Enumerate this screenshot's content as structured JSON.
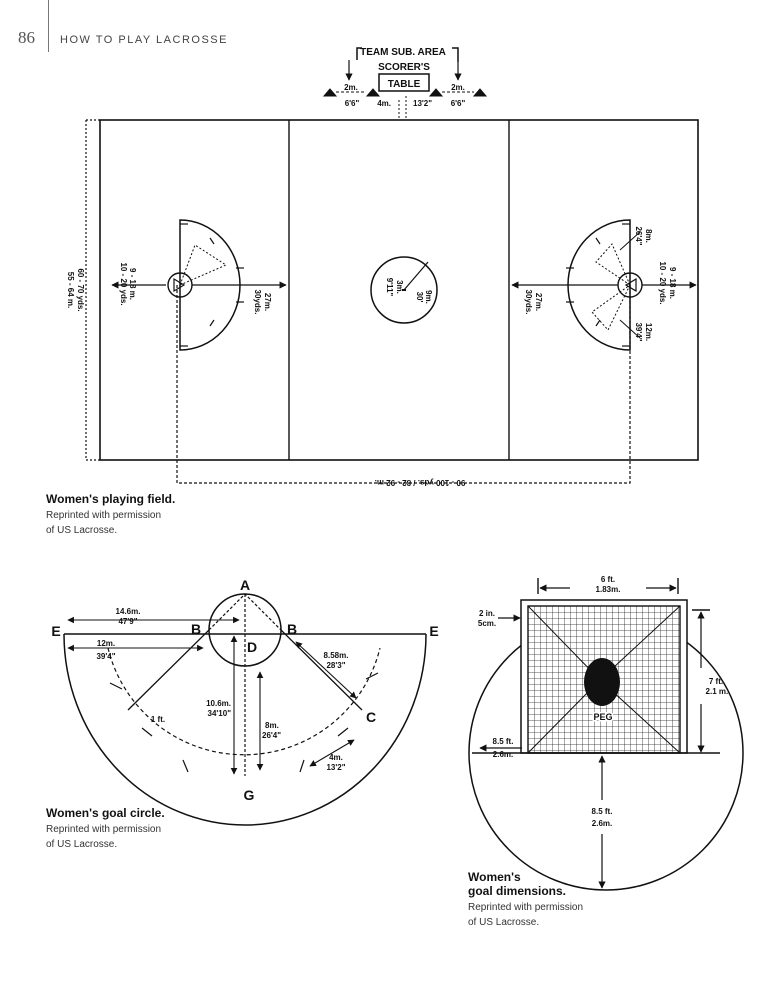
{
  "header": {
    "page_number": "86",
    "running_title": "HOW TO PLAY LACROSSE"
  },
  "field": {
    "team_sub_area": "TEAM SUB. AREA",
    "scorers_table_line1": "SCORER'S",
    "scorers_table_line2": "TABLE",
    "sub_left": "2m.",
    "sub_right": "2m.",
    "sub_left_ft": "6'6\"",
    "table_width_m": "4m.",
    "table_width_ft": "13'2\"",
    "sub_right_ft": "6'6\"",
    "width_dim_line1": "60 - 70 yds.",
    "width_dim_line2": "55 - 64 m.",
    "left_goal_dist_line1": "9 - 18 m.",
    "left_goal_dist_line2": "10 - 20 yds.",
    "right_goal_dist_line1": "9 - 18 m.",
    "right_goal_dist_line2": "10 - 20 yds.",
    "left_restrain_line1": "27m.",
    "left_restrain_line2": "30yds.",
    "right_restrain_line1": "27m.",
    "right_restrain_line2": "30yds.",
    "center_outer_line1": "9m.",
    "center_outer_line2": "30'",
    "center_inner_line1": "3m.",
    "center_inner_line2": "9'11\"",
    "arc_8m_line1": "8m.",
    "arc_8m_line2": "26'4\"",
    "arc_12m_line1": "12m.",
    "arc_12m_line2": "39'4\"",
    "length_dim": "90 - 100 yds. / 82 - 92 m.",
    "caption_title": "Women's playing field.",
    "caption_credit_line1": "Reprinted with permission",
    "caption_credit_line2": "of US Lacrosse."
  },
  "goal_circle": {
    "label_A": "A",
    "label_B_left": "B",
    "label_B_right": "B",
    "label_C": "C",
    "label_D": "D",
    "label_E_left": "E",
    "label_E_right": "E",
    "label_G": "G",
    "dim_146_line1": "14.6m.",
    "dim_146_line2": "47'9\"",
    "dim_12_line1": "12m.",
    "dim_12_line2": "39'4\"",
    "dim_858_line1": "8.58m.",
    "dim_858_line2": "28'3\"",
    "dim_1ft": "1 ft.",
    "dim_106_line1": "10.6m.",
    "dim_106_line2": "34'10\"",
    "dim_8_line1": "8m.",
    "dim_8_line2": "26'4\"",
    "dim_4_line1": "4m.",
    "dim_4_line2": "13'2\"",
    "caption_title": "Women's goal circle.",
    "caption_credit_line1": "Reprinted with permission",
    "caption_credit_line2": "of US Lacrosse."
  },
  "goal_dims": {
    "width_line1": "6 ft.",
    "width_line2": "1.83m.",
    "post_line1": "2 in.",
    "post_line2": "5cm.",
    "height_line1": "7 ft.",
    "height_line2": "2.1 m..",
    "peg": "PEG",
    "radius_left_line1": "8.5 ft.",
    "radius_left_line2": "2.6m.",
    "radius_down_line1": "8.5 ft.",
    "radius_down_line2": "2.6m.",
    "caption_title_line1": "Women's",
    "caption_title_line2": "goal dimensions.",
    "caption_credit_line1": "Reprinted with permission",
    "caption_credit_line2": "of US Lacrosse."
  },
  "colors": {
    "ink": "#111111",
    "page": "#ffffff",
    "muted": "#555555"
  }
}
